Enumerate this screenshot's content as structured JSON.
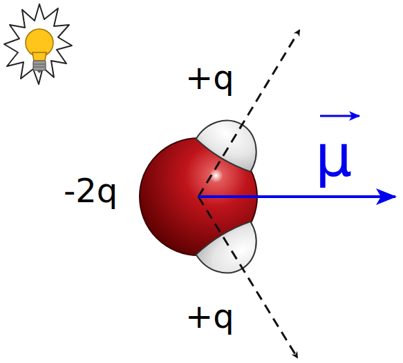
{
  "diagram": {
    "labels": [
      "+q",
      "-2q",
      "+q",
      "μ"
    ]
  }
}
